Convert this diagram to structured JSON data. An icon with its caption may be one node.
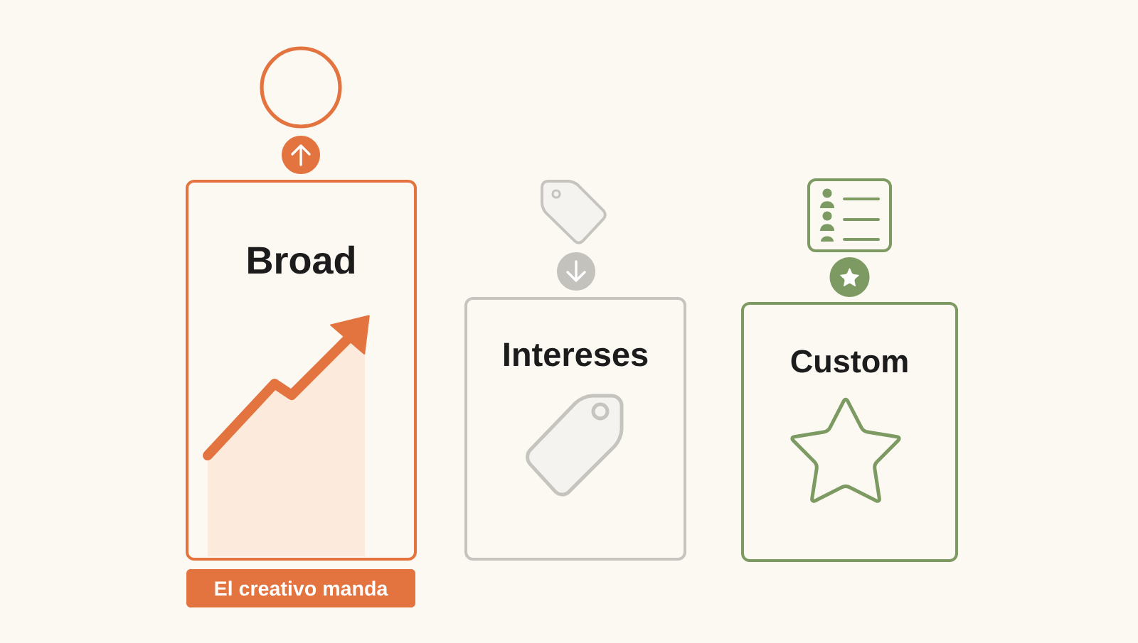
{
  "diagram": {
    "nodes": [
      {
        "text": [
          "Broad"
        ]
      },
      {
        "text": [
          "El creativo manda"
        ]
      },
      {
        "text": [
          "Intereses"
        ]
      },
      {
        "text": [
          "Custom"
        ]
      }
    ]
  }
}
